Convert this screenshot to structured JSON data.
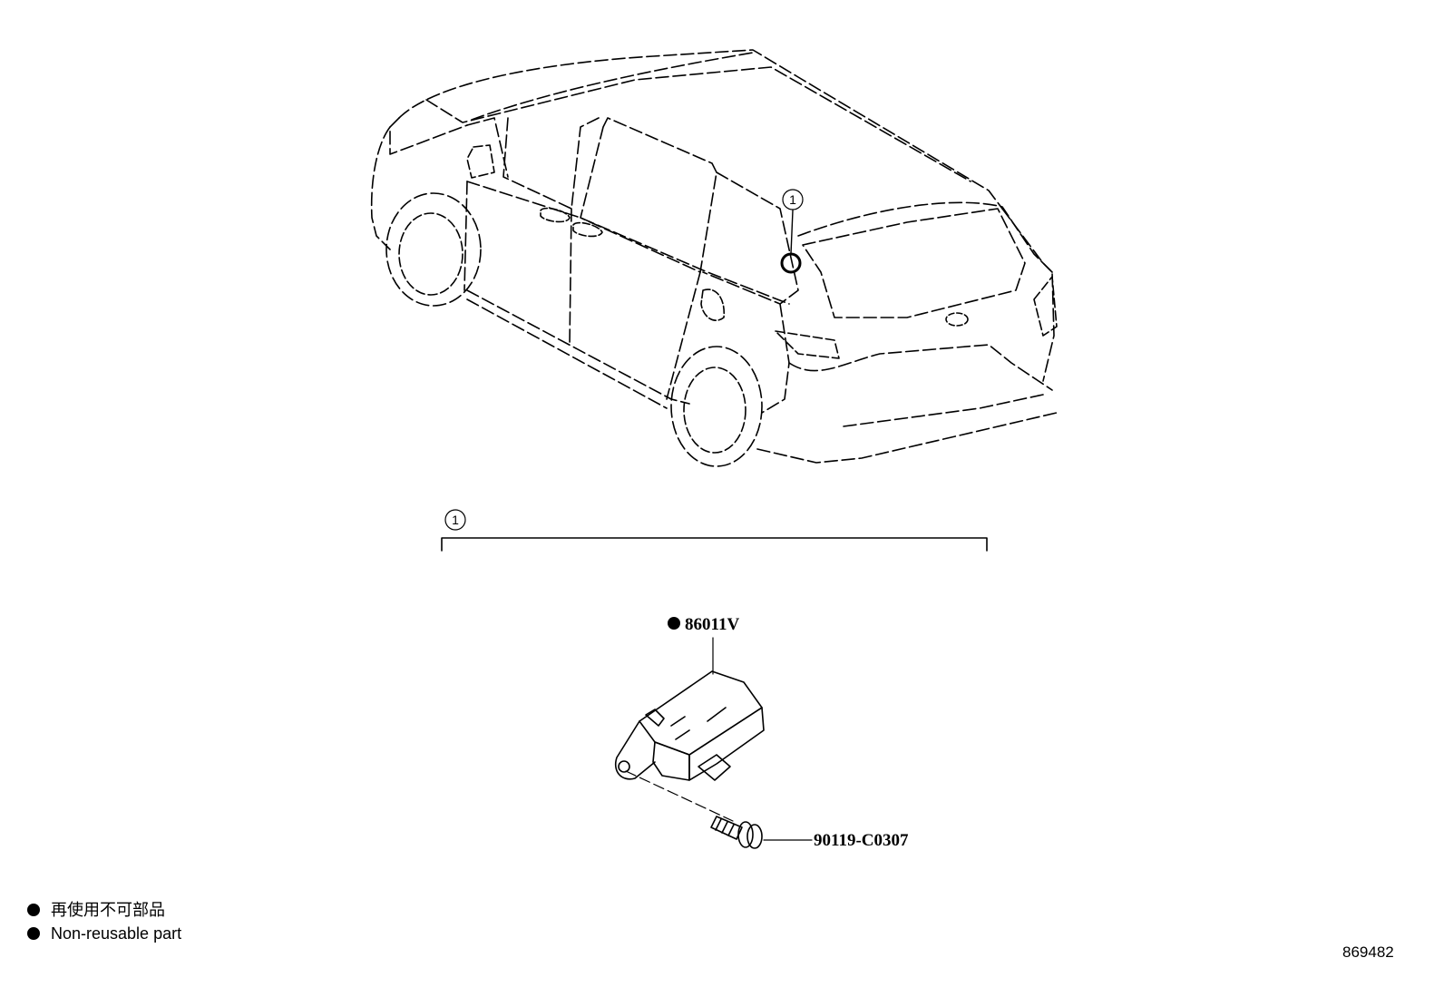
{
  "callout_number": "1",
  "parts": {
    "main_part": "86011V",
    "bolt_part": "90119-C0307"
  },
  "legend": {
    "line_jp": "再使用不可部品",
    "line_en": "Non-reusable part"
  },
  "diagram_id": "869482"
}
